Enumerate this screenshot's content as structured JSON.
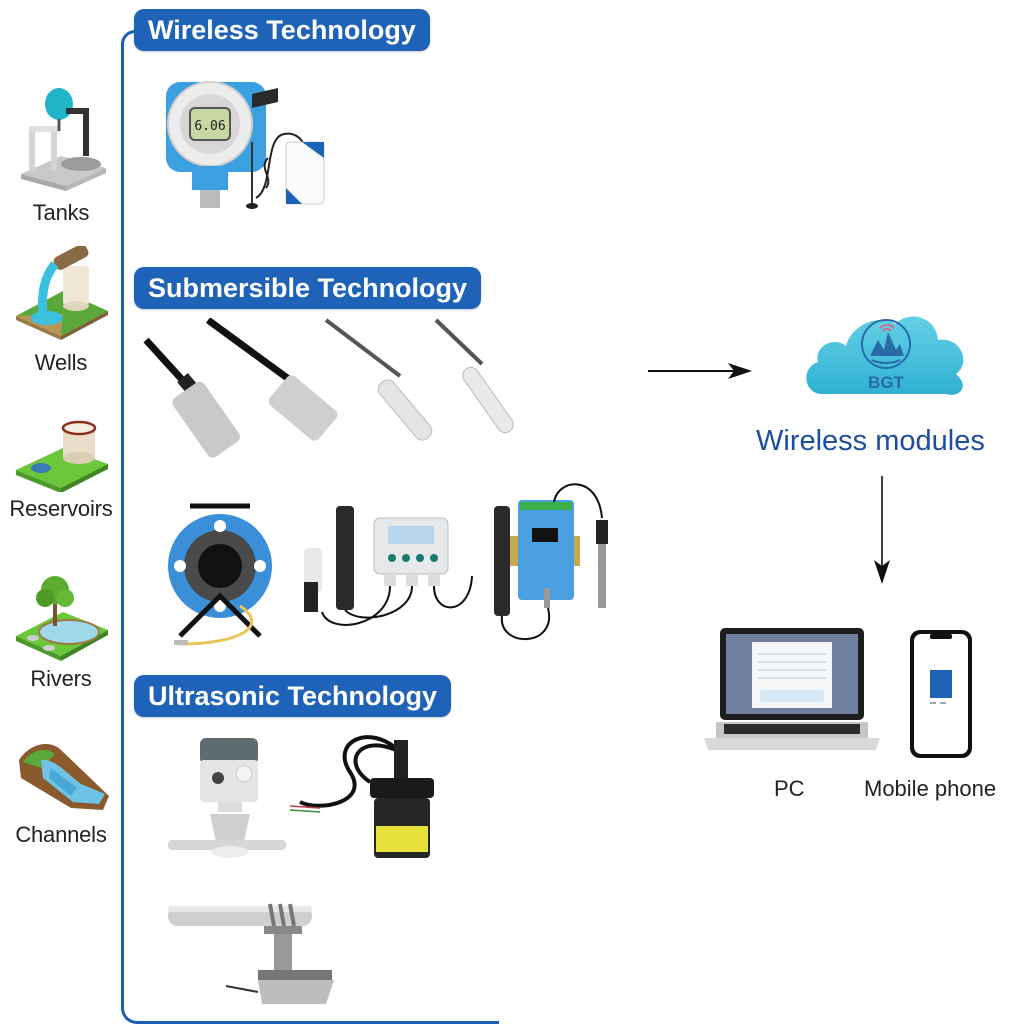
{
  "applications": [
    {
      "label": "Tanks",
      "icon": "tank-icon"
    },
    {
      "label": "Wells",
      "icon": "well-icon"
    },
    {
      "label": "Reservoirs",
      "icon": "reservoir-icon"
    },
    {
      "label": "Rivers",
      "icon": "river-icon"
    },
    {
      "label": "Channels",
      "icon": "channel-icon"
    }
  ],
  "sections": [
    {
      "title": "Wireless Technology",
      "products": [
        "wireless-pressure-transmitter",
        "wireless-rtu-box-with-antenna"
      ]
    },
    {
      "title": "Submersible Technology",
      "products": [
        "submersible-level-sensor-1",
        "submersible-level-sensor-2",
        "submersible-level-sensor-3",
        "submersible-level-sensor-4",
        "cable-reel-sensor",
        "water-quality-probe-with-display-controller",
        "water-quality-probe-with-din-rail-transmitter"
      ]
    },
    {
      "title": "Ultrasonic Technology",
      "products": [
        "radar-level-meter",
        "ultrasonic-level-sensor",
        "pipe-mounted-radar-flow-meter"
      ]
    }
  ],
  "cloud": {
    "brand": "BGT",
    "label": "Wireless modules"
  },
  "devices": [
    {
      "label": "PC",
      "icon": "laptop-icon"
    },
    {
      "label": "Mobile phone",
      "icon": "smartphone-icon"
    }
  ],
  "colors": {
    "header_blue": "#1e63b8",
    "frame_blue": "#1e5fb4",
    "cloud_cyan": "#3fc0dc",
    "modules_text": "#1e4ea0"
  }
}
